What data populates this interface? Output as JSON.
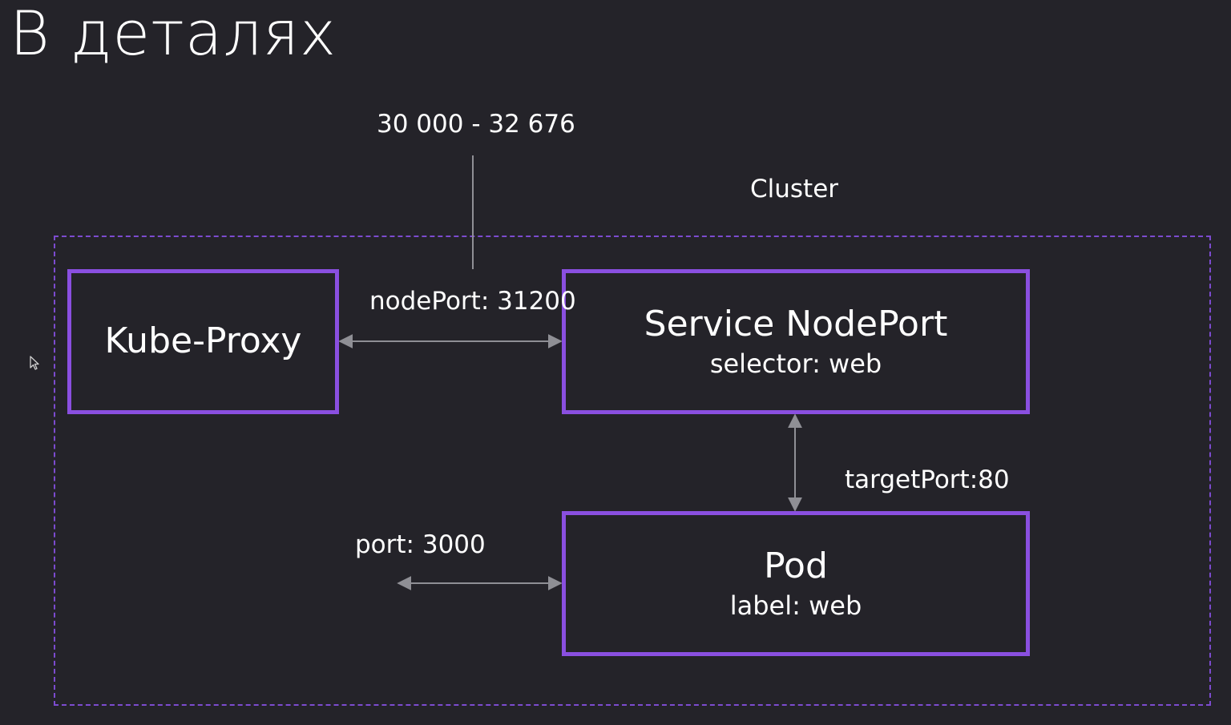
{
  "title": "В деталях",
  "port_range": "30 000 - 32 676",
  "cluster_label": "Cluster",
  "kube_proxy": {
    "title": "Kube-Proxy"
  },
  "service": {
    "title": "Service NodePort",
    "subtitle": "selector: web"
  },
  "pod": {
    "title": "Pod",
    "subtitle": "label: web"
  },
  "connections": {
    "node_port": "nodePort: 31200",
    "target_port": "targetPort:80",
    "port": "port: 3000"
  },
  "colors": {
    "background": "#242329",
    "box_border": "#8a4fe0",
    "cluster_border": "#7c4bcf",
    "connector": "#8f8f95"
  },
  "icons": [
    "mouse-cursor-icon"
  ]
}
